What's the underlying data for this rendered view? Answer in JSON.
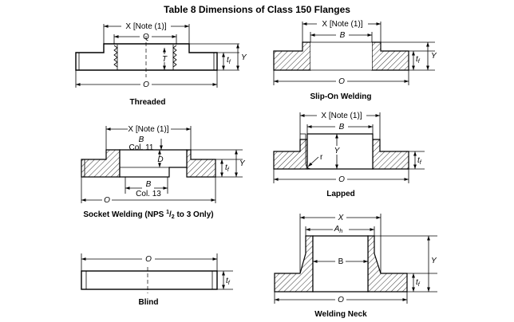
{
  "title": "Table 8 Dimensions of Class 150 Flanges",
  "diagrams": {
    "threaded": {
      "caption": "Threaded",
      "x_label": "X [Note (1)]",
      "q_label": "Q",
      "t_label": "T",
      "tf_label": "t",
      "tf_sub": "f",
      "y_label": "Y",
      "o_label": "O"
    },
    "slip_on": {
      "caption": "Slip-On Welding",
      "x_label": "X [Note (1)]",
      "b_label": "B",
      "tf_label": "t",
      "tf_sub": "f",
      "y_label": "Y",
      "o_label": "O"
    },
    "socket": {
      "caption_pre": "Socket Welding (NPS ",
      "caption_num": "1",
      "caption_slash": "/",
      "caption_den": "2",
      "caption_post": " to 3 Only)",
      "x_label": "X [Note (1)]",
      "b_top_label": "B",
      "col11_label": "Col. 11",
      "d_label": "D",
      "b_bot_label": "B",
      "col13_label": "Col. 13",
      "tf_label": "t",
      "tf_sub": "f",
      "y_label": "Y",
      "o_label": "O"
    },
    "lapped": {
      "caption": "Lapped",
      "x_label": "X [Note (1)]",
      "b_label": "B",
      "r_label": "r",
      "y_label": "Y",
      "tf_label": "t",
      "tf_sub": "f",
      "o_label": "O"
    },
    "blind": {
      "caption": "Blind",
      "o_label": "O",
      "tf_label": "t",
      "tf_sub": "f"
    },
    "welding_neck": {
      "caption": "Welding Neck",
      "x_label": "X",
      "ah_label": "A",
      "ah_sub": "h",
      "b_label": "B",
      "y_label": "Y",
      "tf_label": "t",
      "tf_sub": "f",
      "o_label": "O"
    }
  }
}
